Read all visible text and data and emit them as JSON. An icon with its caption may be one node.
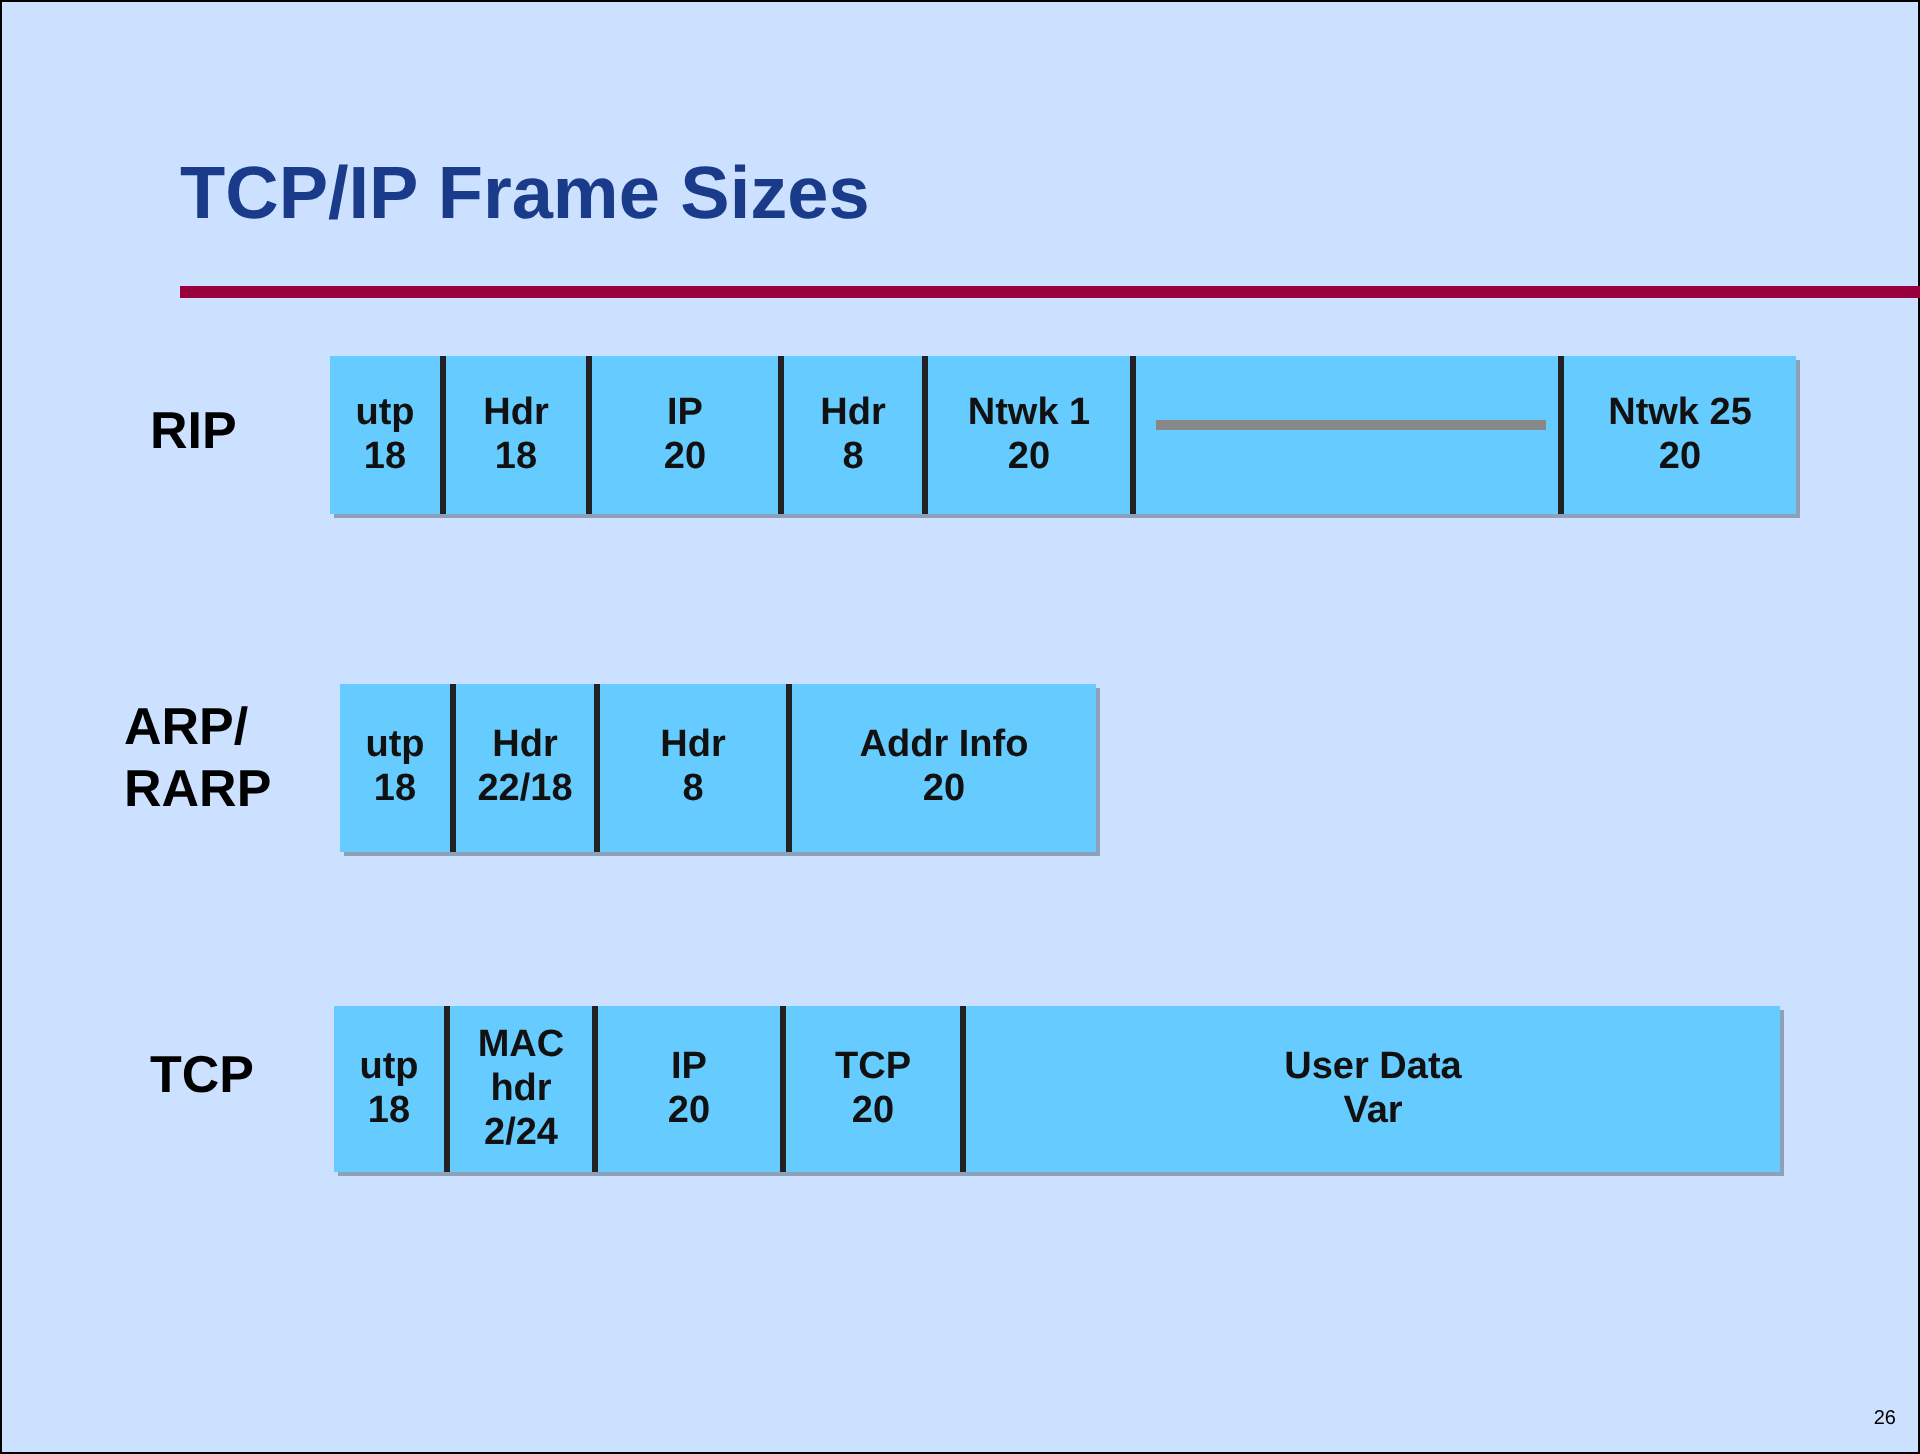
{
  "diagram": {
    "title": "TCP/IP Frame Sizes",
    "nodes": [
      {
        "text": [
          "utp",
          "18"
        ]
      },
      {
        "text": [
          "Hdr",
          "18"
        ]
      },
      {
        "text": [
          "IP",
          "20"
        ]
      },
      {
        "text": [
          "Hdr",
          "8"
        ]
      },
      {
        "text": [
          "Ntwk 1",
          "20"
        ]
      },
      {
        "text": [],
        "shape": "box"
      },
      {
        "text": [
          "Ntwk 25",
          "20"
        ]
      },
      {
        "text": [
          "utp",
          "18"
        ]
      },
      {
        "text": [
          "Hdr",
          "22/18"
        ]
      },
      {
        "text": [
          "Hdr",
          "8"
        ]
      },
      {
        "text": [
          "Addr Info",
          "20"
        ]
      },
      {
        "text": [
          "utp",
          "18"
        ]
      },
      {
        "text": [
          "MAC hdr",
          "2/24"
        ]
      },
      {
        "text": [
          "IP",
          "20"
        ]
      },
      {
        "text": [
          "TCP",
          "20"
        ]
      },
      {
        "text": [
          "User Data",
          "Var"
        ]
      }
    ],
    "edges": [],
    "labels": [
      "RIP",
      "ARP/ RARP",
      "TCP",
      "26"
    ]
  }
}
